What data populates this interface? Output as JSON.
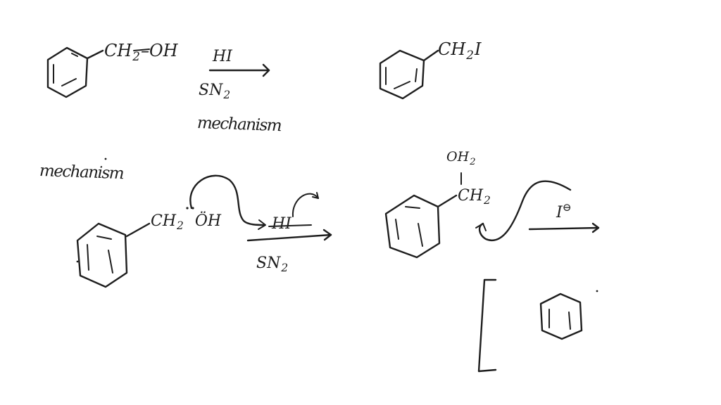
{
  "ink_color": "#1e1e1e",
  "background_color": "#ffffff",
  "reaction1": {
    "reactant_group": "CH",
    "reactant_sub": "2",
    "reactant_oh": "–OH",
    "reagent": "HI",
    "condition": "SN",
    "condition_sub": "2",
    "note": "mechanism",
    "product_group": "CH",
    "product_sub": "2",
    "product_atom": "I"
  },
  "mechanism": {
    "heading": "mechanism",
    "reactant_group": "CH",
    "reactant_sub": "2",
    "reactant_oh": "ÖH",
    "reagent": "HI",
    "condition": "SN",
    "condition_sub": "2",
    "intermediate_oh": "OH",
    "intermediate_oh_sub": "2",
    "intermediate_group": "CH",
    "intermediate_sub": "2",
    "nucleophile": "I",
    "nucleophile_charge": "⊖"
  }
}
